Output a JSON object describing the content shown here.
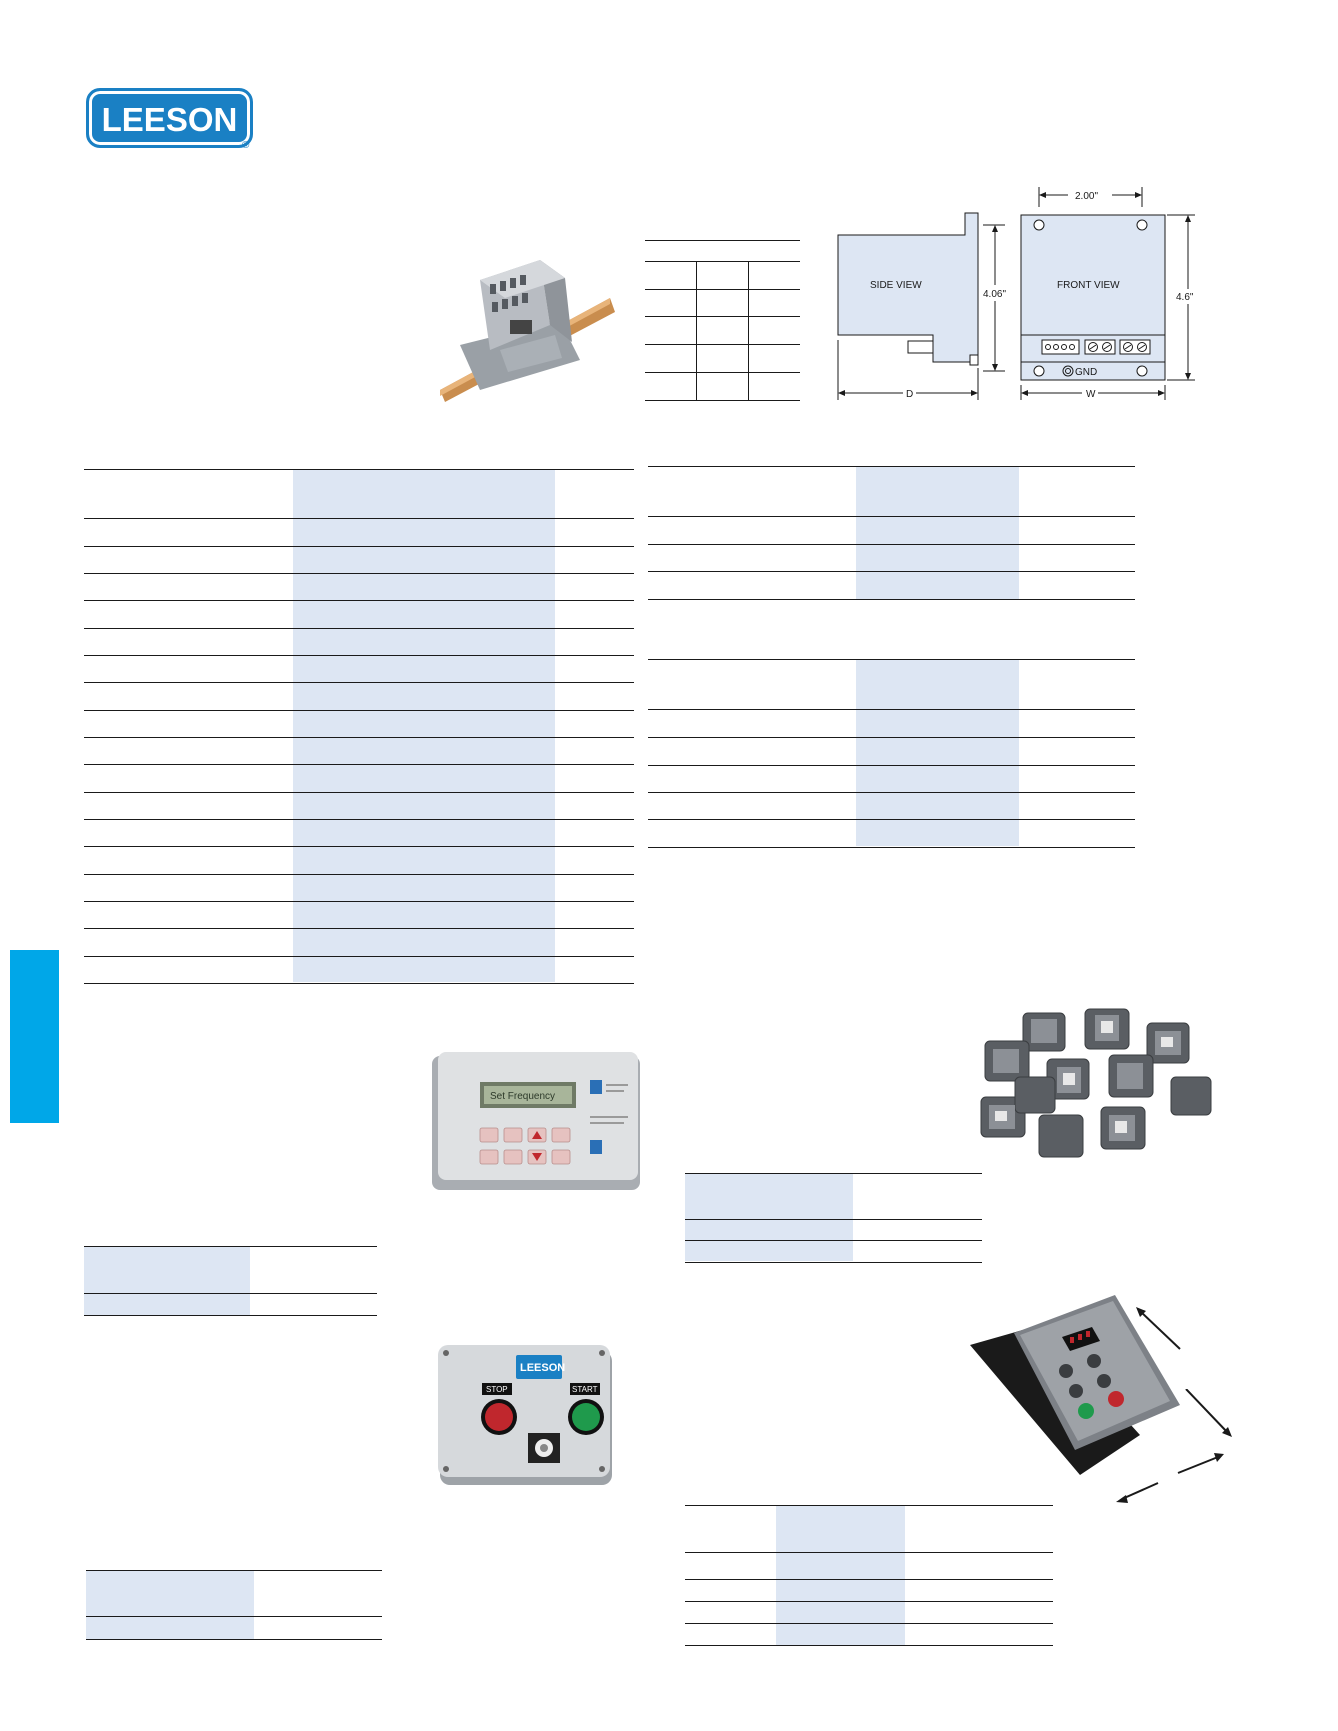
{
  "brand": {
    "logo_text": "LEESON",
    "registered_mark": "®",
    "colors": {
      "brand_blue": "#1a80c4",
      "side_tab": "#00a7e8",
      "table_shade": "#dde6f3"
    }
  },
  "dimension_drawing": {
    "side_view_label": "SIDE VIEW",
    "front_view_label": "FRONT VIEW",
    "gnd_label": "GND",
    "dim_top": "2.00\"",
    "dim_height_inner": "4.06\"",
    "dim_height_outer": "4.6\"",
    "dim_depth": "D",
    "dim_width": "W"
  },
  "photos": [
    {
      "id": "din-rail-module",
      "icon": "din-rail-drive-photo"
    },
    {
      "id": "remote-keypad-lcd",
      "icon": "lcd-keypad-photo",
      "display_text": "Set Frequency"
    },
    {
      "id": "operator-station",
      "icon": "start-stop-station-photo",
      "logo_text": "LEESON",
      "stop_label": "STOP",
      "start_label": "START"
    },
    {
      "id": "plug-modules",
      "icon": "terminal-plug-modules-photo"
    },
    {
      "id": "remote-keypad-led",
      "icon": "led-keypad-photo"
    }
  ]
}
